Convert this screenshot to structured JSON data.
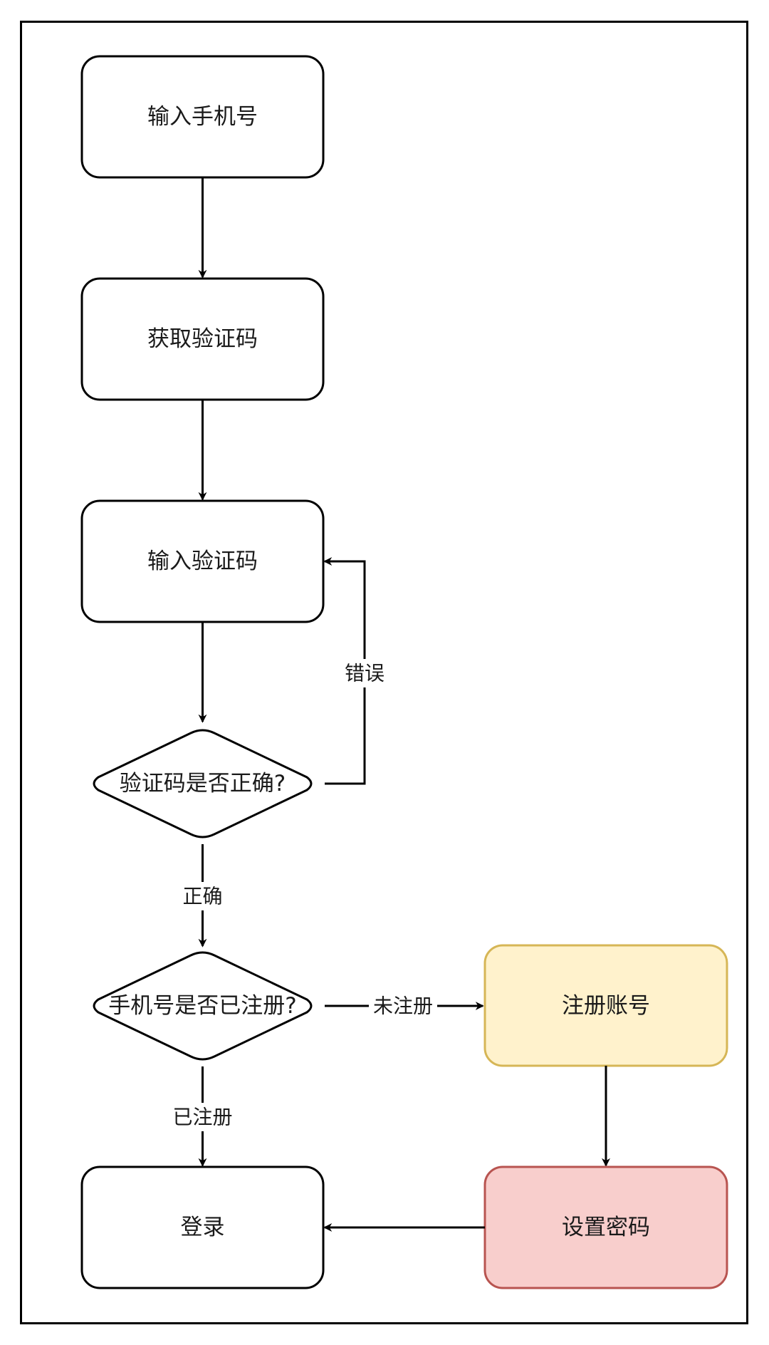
{
  "diagram": {
    "type": "flowchart",
    "colors": {
      "default_fill": "#FFFFFF",
      "default_stroke": "#000000",
      "register_fill": "#FFF2CC",
      "register_stroke": "#D6B656",
      "password_fill": "#F8CECC",
      "password_stroke": "#B85450"
    },
    "nodes": {
      "enter_phone": {
        "label": "输入手机号",
        "shape": "rounded-rect"
      },
      "get_code": {
        "label": "获取验证码",
        "shape": "rounded-rect"
      },
      "enter_code": {
        "label": "输入验证码",
        "shape": "rounded-rect"
      },
      "code_correct": {
        "label": "验证码是否正确?",
        "shape": "diamond"
      },
      "phone_registered": {
        "label": "手机号是否已注册?",
        "shape": "diamond"
      },
      "register_account": {
        "label": "注册账号",
        "shape": "rounded-rect"
      },
      "set_password": {
        "label": "设置密码",
        "shape": "rounded-rect"
      },
      "login": {
        "label": "登录",
        "shape": "rounded-rect"
      }
    },
    "edges": {
      "phone_to_getcode": {
        "from": "enter_phone",
        "to": "get_code",
        "label": ""
      },
      "getcode_to_entercode": {
        "from": "get_code",
        "to": "enter_code",
        "label": ""
      },
      "entercode_to_check": {
        "from": "enter_code",
        "to": "code_correct",
        "label": ""
      },
      "check_wrong": {
        "from": "code_correct",
        "to": "enter_code",
        "label": "错误"
      },
      "check_right": {
        "from": "code_correct",
        "to": "phone_registered",
        "label": "正确"
      },
      "not_registered": {
        "from": "phone_registered",
        "to": "register_account",
        "label": "未注册"
      },
      "registered": {
        "from": "phone_registered",
        "to": "login",
        "label": "已注册"
      },
      "register_to_password": {
        "from": "register_account",
        "to": "set_password",
        "label": ""
      },
      "password_to_login": {
        "from": "set_password",
        "to": "login",
        "label": ""
      }
    }
  }
}
